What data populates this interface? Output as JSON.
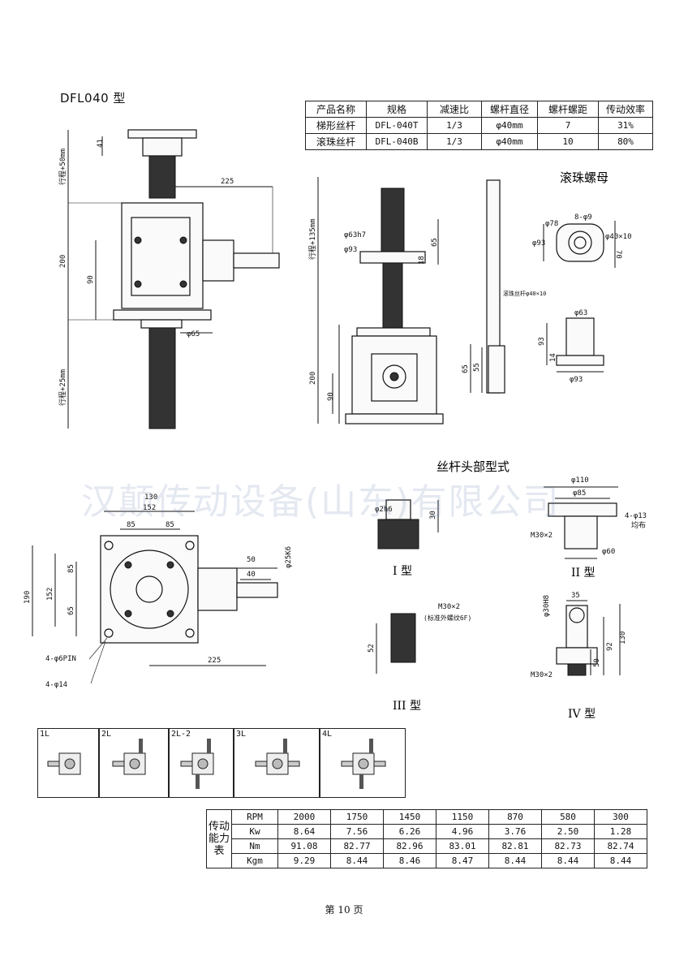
{
  "model_title": "DFL040 型",
  "spec_table": {
    "headers": [
      "产品名称",
      "规格",
      "减速比",
      "螺杆直径",
      "螺杆螺距",
      "传动效率"
    ],
    "rows": [
      [
        "梯形丝杆",
        "DFL-040T",
        "1/3",
        "φ40mm",
        "7",
        "31%"
      ],
      [
        "滚珠丝杆",
        "DFL-040B",
        "1/3",
        "φ40mm",
        "10",
        "80%"
      ]
    ]
  },
  "drawing_labels": {
    "ball_nut_title": "滚珠螺母",
    "screw_head_title": "丝杆头部型式",
    "type1": "I 型",
    "type2": "II 型",
    "type3": "III 型",
    "type4": "IV 型",
    "ball_screw_note": "滚珠丝杆φ40×10",
    "thread_note": "M30×2",
    "thread_note_sub": "(标准外螺纹6F)",
    "hole_note_4x13": "4-φ13",
    "hole_note_sub": "均布",
    "pin_note": "4-φ6PIN",
    "hole_note_4x14": "4-φ14",
    "stroke_plus50": "行程+50mm",
    "stroke_plus135": "行程+135mm",
    "stroke_plus25": "行程+25mm",
    "m30_a": "M30×2",
    "m30_b": "M30×2",
    "m30_c": "M30×2",
    "d30h8": "φ30H8",
    "d25k6": "φ25K6",
    "d2h6": "φ2h6",
    "d63h7": "φ63h7"
  },
  "dimensions": {
    "d41": "41",
    "d225a": "225",
    "d200a": "200",
    "d90a": "90",
    "d65a": "φ65",
    "d93a": "φ93",
    "d65b": "65",
    "d18": "18",
    "d200b": "200",
    "d90b": "90",
    "d65c": "65",
    "d55": "55",
    "d78": "φ78",
    "d8x9": "8-φ9",
    "d93b": "φ93",
    "d40x10": "φ40×10",
    "d70": "70",
    "d63": "φ63",
    "d93c": "93",
    "d14": "14",
    "d93d": "φ93",
    "d130": "130",
    "d152a": "152",
    "d85a": "85",
    "d85b": "85",
    "d50": "50",
    "d40": "40",
    "d190": "190",
    "d152b": "152",
    "d85c": "85",
    "d65d": "65",
    "d225b": "225",
    "d30": "30",
    "d52": "52",
    "d110": "φ110",
    "d85e": "φ85",
    "d60": "φ60",
    "d35": "35",
    "d92": "92",
    "d130b": "130",
    "d50b": "50"
  },
  "watermark": "汉颠传动设备(山东)有限公司",
  "mounting_types": [
    "1L",
    "2L",
    "2L-2",
    "3L",
    "4L"
  ],
  "performance_table": {
    "side_label": "传动能力表",
    "rows": [
      {
        "label": "RPM",
        "values": [
          "2000",
          "1750",
          "1450",
          "1150",
          "870",
          "580",
          "300"
        ]
      },
      {
        "label": "Kw",
        "values": [
          "8.64",
          "7.56",
          "6.26",
          "4.96",
          "3.76",
          "2.50",
          "1.28"
        ]
      },
      {
        "label": "Nm",
        "values": [
          "91.08",
          "82.77",
          "82.96",
          "83.01",
          "82.81",
          "82.73",
          "82.74"
        ]
      },
      {
        "label": "Kgm",
        "values": [
          "9.29",
          "8.44",
          "8.46",
          "8.47",
          "8.44",
          "8.44",
          "8.44"
        ]
      }
    ]
  },
  "page_number": "第 10 页"
}
